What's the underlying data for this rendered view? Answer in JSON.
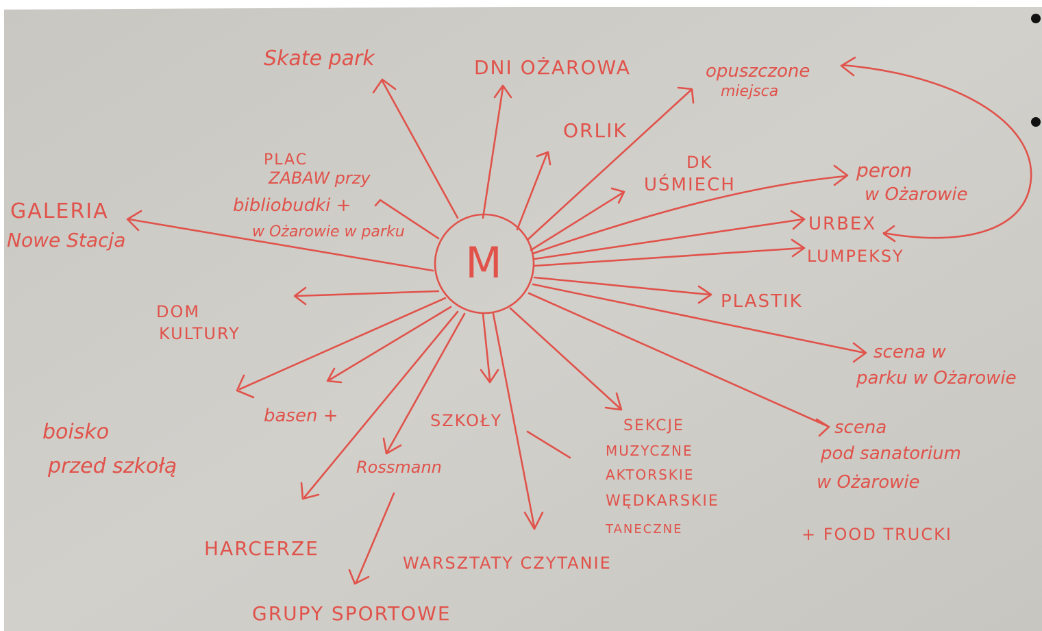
{
  "center": {
    "label": "M"
  },
  "nodes": {
    "skatepark": "Skate park",
    "dni": "DNI OŻAROWA",
    "opuszczone_1": "opuszczone",
    "opuszczone_2": "miejsca",
    "orlik": "ORLIK",
    "dk_1": "DK",
    "dk_2": "UŚMIECH",
    "peron_1": "peron",
    "peron_2": "w Ożarowie",
    "urbex": "URBEX",
    "lumpeksy": "LUMPEKSY",
    "plastik": "PLASTIK",
    "scena_park_1": "scena w",
    "scena_park_2": "parku w Ożarowie",
    "scena_sanat_1": "scena",
    "scena_sanat_2": "pod sanatorium",
    "scena_sanat_3": "w Ożarowie",
    "foodtrucki": "+ FOOD TRUCKI",
    "plac_1": "PLAC",
    "plac_2": "ZABAW przy",
    "biblio_1": "bibliobudki +",
    "biblio_2": "w Ożarowie w parku",
    "galeria_1": "GALERIA",
    "galeria_2": "Nowe Stacja",
    "dom_1": "DOM",
    "dom_2": "KULTURY",
    "boisko_1": "boisko",
    "boisko_2": "przed szkołą",
    "basen": "basen +",
    "szkoly": "SZKOŁY",
    "rossmann": "Rossmann",
    "harcerze": "HARCERZE",
    "grupy": "GRUPY SPORTOWE",
    "warsztaty": "WARSZTATY CZYTANIE",
    "sekcje_1": "SEKCJE",
    "sekcje_2": "MUZYCZNE",
    "sekcje_3": "AKTORSKIE",
    "sekcje_4": "WĘDKARSKIE",
    "sekcje_5": "TANECZNE"
  },
  "colors": {
    "ink": "#e0524a",
    "paper": "#cfcdc8",
    "margin_dots": "#111111"
  }
}
